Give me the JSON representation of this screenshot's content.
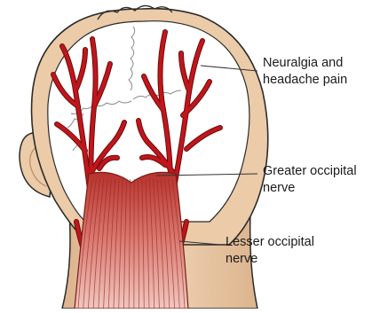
{
  "labels": {
    "neuralgia": [
      "Neuralgia and",
      "headache pain"
    ],
    "greater": [
      "Greater occipital",
      "nerve"
    ],
    "lesser": [
      "Lesser occipital",
      "nerve"
    ]
  },
  "colors": {
    "skin": "#ebcba8",
    "skin_shadow": "#d9b088",
    "outline": "#2b2b2b",
    "scalp": "#ffffff",
    "nerve": "#c0161b",
    "nerve_outline": "#6e0a0c",
    "muscle_light": "#e6a9a0",
    "muscle_dark": "#a5302b",
    "leader": "#333333"
  },
  "icons": [
    "head-outline-illustration",
    "occipital-nerve-illustration",
    "neck-muscle-illustration"
  ]
}
